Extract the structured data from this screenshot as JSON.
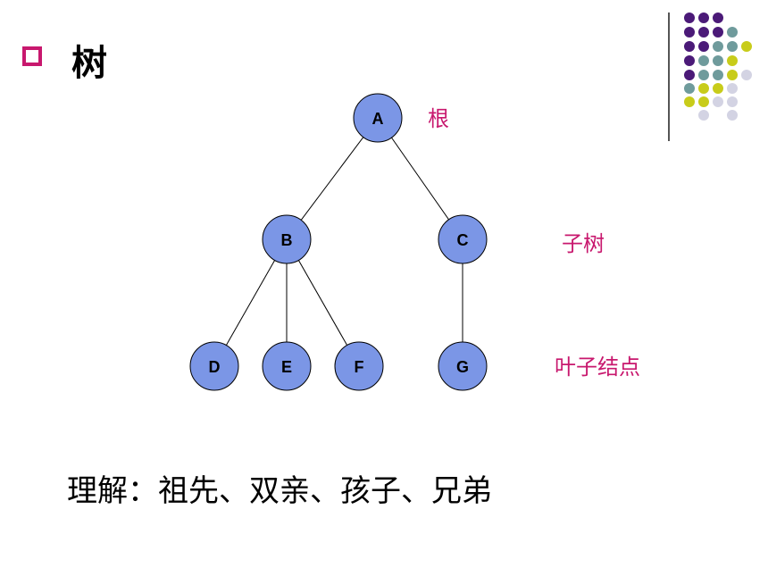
{
  "slide": {
    "title": "树",
    "caption": "理解：祖先、双亲、孩子、兄弟"
  },
  "labels": {
    "root": "根",
    "subtree": "子树",
    "leaf": "叶子结点"
  },
  "tree": {
    "nodes": [
      {
        "id": "A",
        "label": "A"
      },
      {
        "id": "B",
        "label": "B"
      },
      {
        "id": "C",
        "label": "C"
      },
      {
        "id": "D",
        "label": "D"
      },
      {
        "id": "E",
        "label": "E"
      },
      {
        "id": "F",
        "label": "F"
      },
      {
        "id": "G",
        "label": "G"
      }
    ],
    "edges": [
      [
        "A",
        "B"
      ],
      [
        "A",
        "C"
      ],
      [
        "B",
        "D"
      ],
      [
        "B",
        "E"
      ],
      [
        "B",
        "F"
      ],
      [
        "C",
        "G"
      ]
    ]
  },
  "colors": {
    "node_fill": "#7b96e6",
    "accent": "#c8186e",
    "dot_purple": "#4b1a78",
    "dot_teal": "#6f9b9c",
    "dot_yellow": "#c8cc1a",
    "dot_light": "#d3d3e3"
  }
}
